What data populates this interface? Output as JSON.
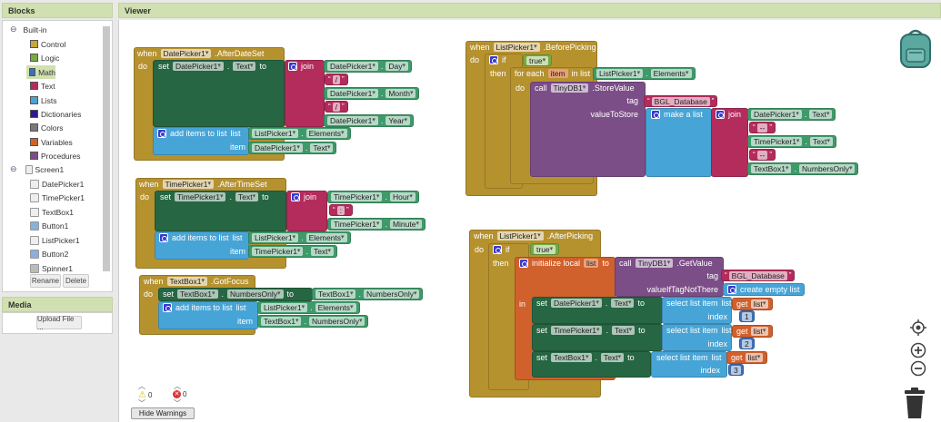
{
  "sidebar": {
    "title": "Blocks",
    "builtin": {
      "label": "Built-in",
      "items": [
        {
          "label": "Control",
          "color": "#c9a53a"
        },
        {
          "label": "Logic",
          "color": "#77ab41"
        },
        {
          "label": "Math",
          "color": "#3d70b8"
        },
        {
          "label": "Text",
          "color": "#b32c5c"
        },
        {
          "label": "Lists",
          "color": "#47a4d6"
        },
        {
          "label": "Dictionaries",
          "color": "#2a1a8c"
        },
        {
          "label": "Colors",
          "color": "#7a7a7a"
        },
        {
          "label": "Variables",
          "color": "#d0602c"
        },
        {
          "label": "Procedures",
          "color": "#7c4e87"
        }
      ],
      "selected": "Math"
    },
    "screen": {
      "label": "Screen1",
      "components": [
        "DatePicker1",
        "TimePicker1",
        "TextBox1",
        "Button1",
        "ListPicker1",
        "Button2",
        "Spinner1"
      ]
    },
    "rename": "Rename",
    "delete": "Delete"
  },
  "media": {
    "title": "Media",
    "upload": "Upload File ..."
  },
  "viewer": {
    "title": "Viewer"
  },
  "kw": {
    "when": "when",
    "do": "do",
    "set": "set",
    "to": "to",
    "join": "join",
    "add_items": "add items to list",
    "list": "list",
    "item": "item",
    "if": "if",
    "then": "then",
    "for_each": "for each",
    "in_list": "in list",
    "call": "call",
    "tag": "tag",
    "value_to_store": "valueToStore",
    "make_a_list": "make a list",
    "initialize_local": "initialize local",
    "in": "in",
    "value_if_tag_not_there": "valueIfTagNotThere",
    "create_empty_list": "create empty list",
    "select_list_item": "select list item",
    "index": "index",
    "get": "get",
    "dot": "."
  },
  "events": [
    {
      "comp": "DatePicker1",
      "event": ".AfterDateSet",
      "set": {
        "comp": "DatePicker1",
        "prop": "Text"
      },
      "join": [
        {
          "comp": "DatePicker1",
          "prop": "Day"
        },
        {
          "text": "/"
        },
        {
          "comp": "DatePicker1",
          "prop": "Month"
        },
        {
          "text": "/"
        },
        {
          "comp": "DatePicker1",
          "prop": "Year"
        }
      ],
      "add": {
        "list": {
          "comp": "ListPicker1",
          "prop": "Elements"
        },
        "item": {
          "comp": "DatePicker1",
          "prop": "Text"
        }
      }
    },
    {
      "comp": "TimePicker1",
      "event": ".AfterTimeSet",
      "set": {
        "comp": "TimePicker1",
        "prop": "Text"
      },
      "join": [
        {
          "comp": "TimePicker1",
          "prop": "Hour"
        },
        {
          "text": ":"
        },
        {
          "comp": "TimePicker1",
          "prop": "Minute"
        }
      ],
      "add": {
        "list": {
          "comp": "ListPicker1",
          "prop": "Elements"
        },
        "item": {
          "comp": "TimePicker1",
          "prop": "Text"
        }
      }
    },
    {
      "comp": "TextBox1",
      "event": ".GotFocus",
      "set": {
        "comp": "TextBox1",
        "prop": "NumbersOnly"
      },
      "value": {
        "comp": "TextBox1",
        "prop": "NumbersOnly"
      },
      "add": {
        "list": {
          "comp": "ListPicker1",
          "prop": "Elements"
        },
        "item": {
          "comp": "TextBox1",
          "prop": "NumbersOnly"
        }
      }
    },
    {
      "comp": "ListPicker1",
      "event": ".BeforePicking",
      "cond": "true",
      "foreach_var": "item",
      "foreach_list": {
        "comp": "ListPicker1",
        "prop": "Elements"
      },
      "call": {
        "comp": "TinyDB1",
        "method": ".StoreValue",
        "tag": "BGL_Database"
      },
      "join": [
        {
          "comp": "DatePicker1",
          "prop": "Text"
        },
        {
          "text": "--"
        },
        {
          "comp": "TimePicker1",
          "prop": "Text"
        },
        {
          "text": "--"
        },
        {
          "comp": "TextBox1",
          "prop": "NumbersOnly"
        }
      ]
    },
    {
      "comp": "ListPicker1",
      "event": ".AfterPicking",
      "cond": "true",
      "local_var": "list",
      "call": {
        "comp": "TinyDB1",
        "method": ".GetValue",
        "tag": "BGL_Database"
      },
      "sets": [
        {
          "comp": "DatePicker1",
          "prop": "Text",
          "var": "list",
          "index": "1"
        },
        {
          "comp": "TimePicker1",
          "prop": "Text",
          "var": "list",
          "index": "2"
        },
        {
          "comp": "TextBox1",
          "prop": "Text",
          "var": "list",
          "index": "3"
        }
      ]
    }
  ],
  "warnings": {
    "warning_count": "0",
    "error_count": "0",
    "hide_label": "Hide Warnings"
  }
}
